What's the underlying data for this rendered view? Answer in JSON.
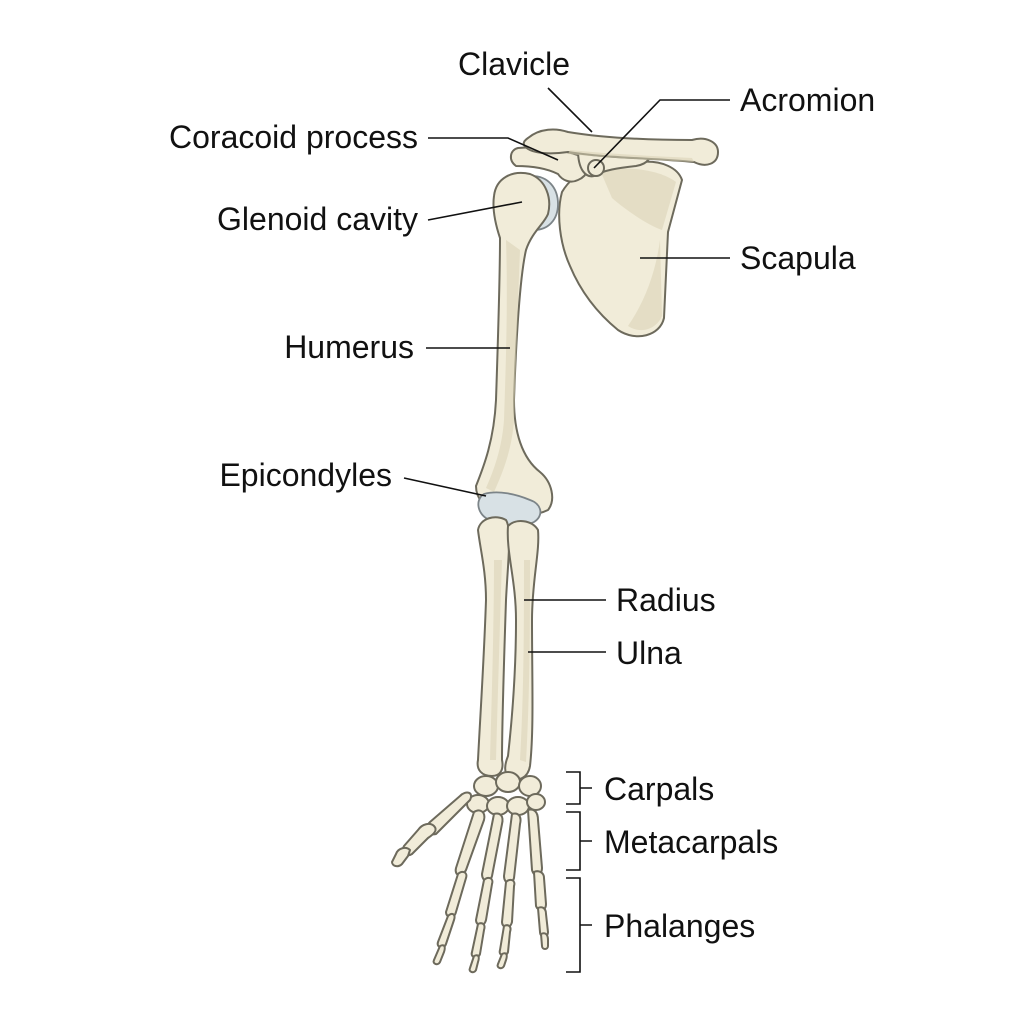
{
  "colors": {
    "bone": "#f1ecd9",
    "bone_shadow": "#d9d1b4",
    "cartilage": "#d8e1e5",
    "outline": "#6d6a5c",
    "label_text": "#111111",
    "background": "#ffffff"
  },
  "labels": {
    "clavicle": "Clavicle",
    "acromion": "Acromion",
    "coracoid": "Coracoid process",
    "glenoid": "Glenoid cavity",
    "scapula": "Scapula",
    "humerus": "Humerus",
    "epicondyles": "Epicondyles",
    "radius": "Radius",
    "ulna": "Ulna",
    "carpals": "Carpals",
    "metacarpals": "Metacarpals",
    "phalanges": "Phalanges"
  }
}
